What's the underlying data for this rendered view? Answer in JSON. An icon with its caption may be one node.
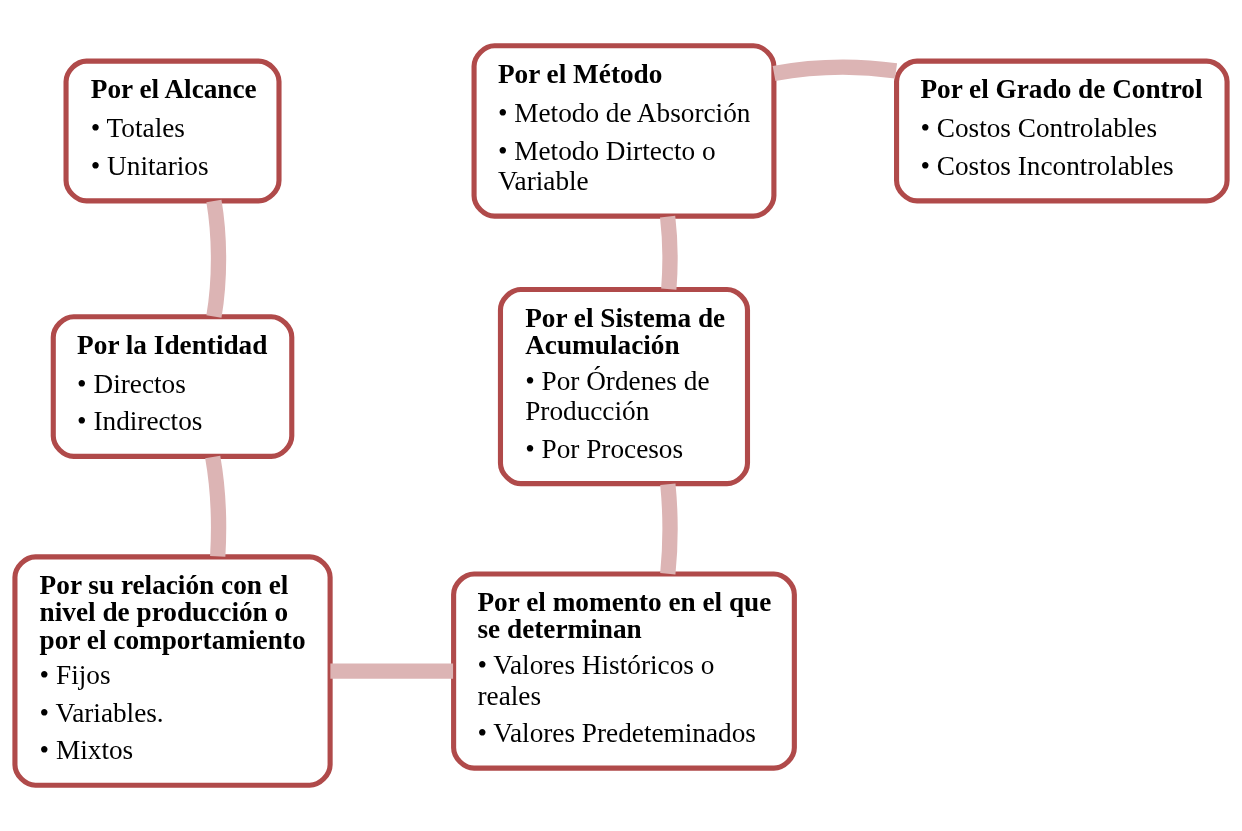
{
  "diagram": {
    "nodes": [
      {
        "text": [
          "Por el Alcance",
          "• Totales",
          "• Unitarios"
        ]
      },
      {
        "text": [
          "Por el Método",
          "• Metodo de Absorción",
          "• Metodo Dirtecto o Variable"
        ]
      },
      {
        "text": [
          "Por el Grado de Control",
          "• Costos Controlables",
          "• Costos Incontrolables"
        ]
      },
      {
        "text": [
          "Por la Identidad",
          "• Directos",
          "• Indirectos"
        ]
      },
      {
        "text": [
          "Por el Sistema de Acumulación",
          "• Por Órdenes de Producción",
          "• Por Procesos"
        ]
      },
      {
        "text": [
          "Por su relación con el nivel de producción o por el comportamiento",
          "• Fijos",
          "• Variables.",
          "• Mixtos"
        ]
      },
      {
        "text": [
          "Por el momento en el que se determinan",
          "• Valores Históricos o reales",
          "• Valores Predeteminados"
        ]
      }
    ],
    "edges": [
      {
        "from": 0,
        "to": 3,
        "arrow": "none"
      },
      {
        "from": 3,
        "to": 5,
        "arrow": "none"
      },
      {
        "from": 5,
        "to": 6,
        "arrow": "none"
      },
      {
        "from": 6,
        "to": 4,
        "arrow": "none"
      },
      {
        "from": 4,
        "to": 1,
        "arrow": "none"
      },
      {
        "from": 1,
        "to": 2,
        "arrow": "none"
      }
    ]
  }
}
